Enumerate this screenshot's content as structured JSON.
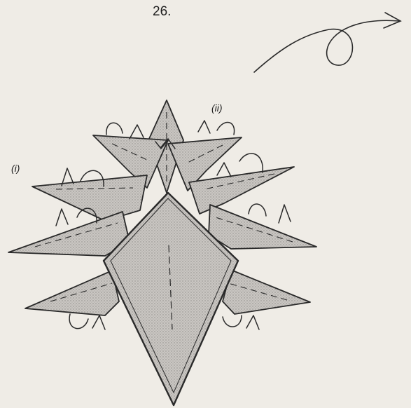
{
  "step_number": "26.",
  "labels": {
    "i": "(i)",
    "ii": "(ii)"
  },
  "colors": {
    "paper": "#efece6",
    "flap_fill": "#c7c4c0",
    "outline": "#2a2a2a"
  },
  "icons": {
    "turn_over": "turn-over-arrow-icon",
    "fold_behind": "fold-behind-arrow-icon"
  }
}
